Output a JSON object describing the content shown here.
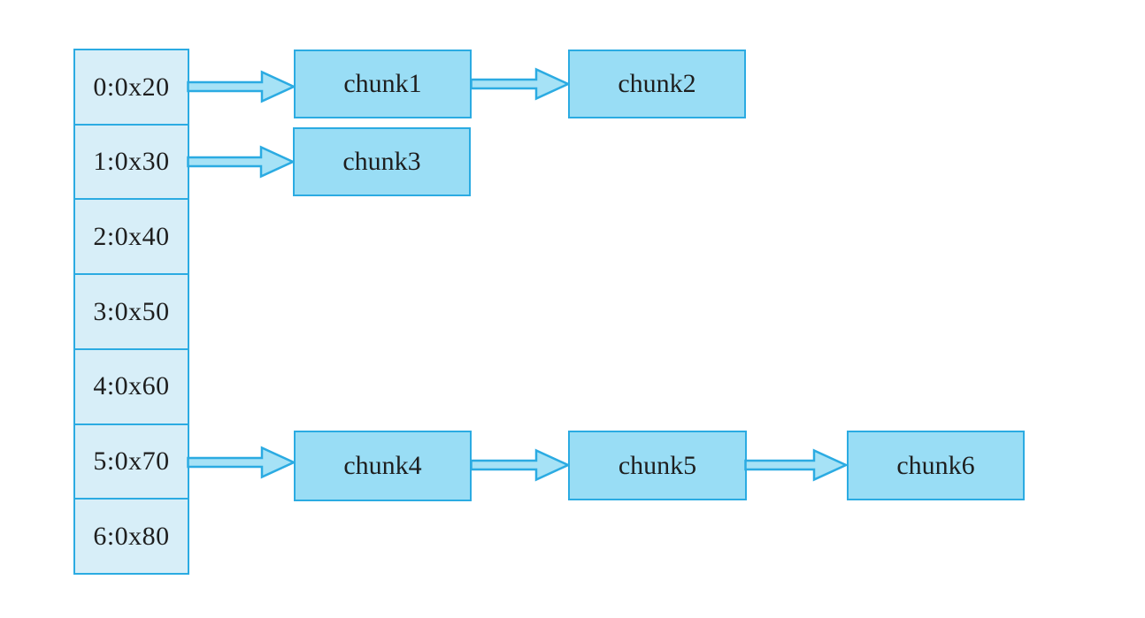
{
  "diagram": {
    "bins": {
      "items": [
        {
          "label": "0:0x20"
        },
        {
          "label": "1:0x30"
        },
        {
          "label": "2:0x40"
        },
        {
          "label": "3:0x50"
        },
        {
          "label": "4:0x60"
        },
        {
          "label": "5:0x70"
        },
        {
          "label": "6:0x80"
        }
      ]
    },
    "chunks": {
      "chunk1": {
        "label": "chunk1"
      },
      "chunk2": {
        "label": "chunk2"
      },
      "chunk3": {
        "label": "chunk3"
      },
      "chunk4": {
        "label": "chunk4"
      },
      "chunk5": {
        "label": "chunk5"
      },
      "chunk6": {
        "label": "chunk6"
      }
    },
    "links": [
      {
        "from": "0:0x20",
        "to": "chunk1"
      },
      {
        "from": "chunk1",
        "to": "chunk2"
      },
      {
        "from": "1:0x30",
        "to": "chunk3"
      },
      {
        "from": "5:0x70",
        "to": "chunk4"
      },
      {
        "from": "chunk4",
        "to": "chunk5"
      },
      {
        "from": "chunk5",
        "to": "chunk6"
      }
    ],
    "colors": {
      "border": "#2babe2",
      "bin_fill": "#d7eef8",
      "chunk_fill": "#99ddf5",
      "arrow_fill": "#a6e2f6",
      "text": "#1e1e1e",
      "background": "#ffffff"
    }
  }
}
